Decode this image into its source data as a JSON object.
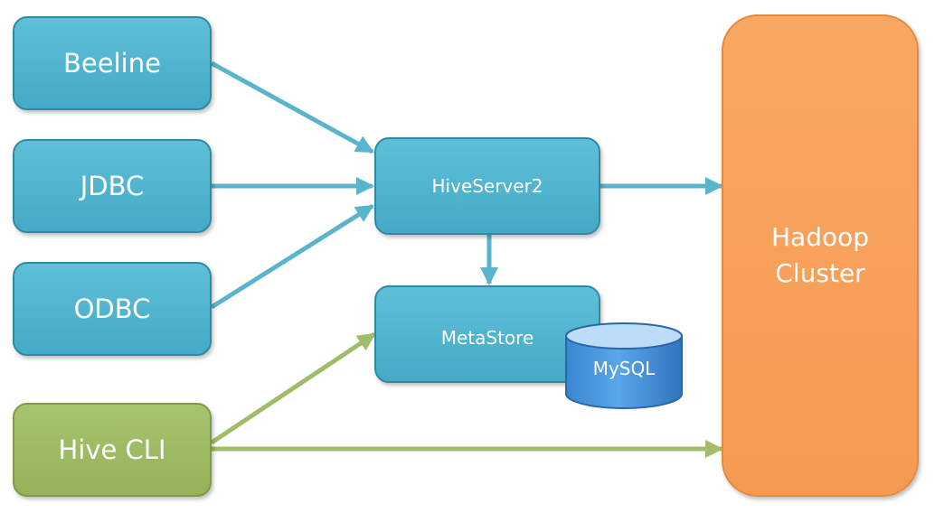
{
  "nodes": {
    "beeline": "Beeline",
    "jdbc": "JDBC",
    "odbc": "ODBC",
    "hive_cli": "Hive CLI",
    "hiveserver2": "HiveServer2",
    "metastore": "MetaStore",
    "mysql": "MySQL",
    "hadoop_line1": "Hadoop",
    "hadoop_line2": "Cluster"
  },
  "colors": {
    "client_box": "#4fb3cf",
    "cli_box": "#9cb963",
    "hadoop_box": "#f7a05a",
    "blue_arrow": "#5ab4cc",
    "green_arrow": "#a2bd6a",
    "database": "#3f8fd8"
  },
  "edges": [
    {
      "from": "Beeline",
      "to": "HiveServer2"
    },
    {
      "from": "JDBC",
      "to": "HiveServer2"
    },
    {
      "from": "ODBC",
      "to": "HiveServer2"
    },
    {
      "from": "HiveServer2",
      "to": "Hadoop Cluster"
    },
    {
      "from": "HiveServer2",
      "to": "MetaStore"
    },
    {
      "from": "Hive CLI",
      "to": "MetaStore"
    },
    {
      "from": "Hive CLI",
      "to": "Hadoop Cluster"
    }
  ]
}
